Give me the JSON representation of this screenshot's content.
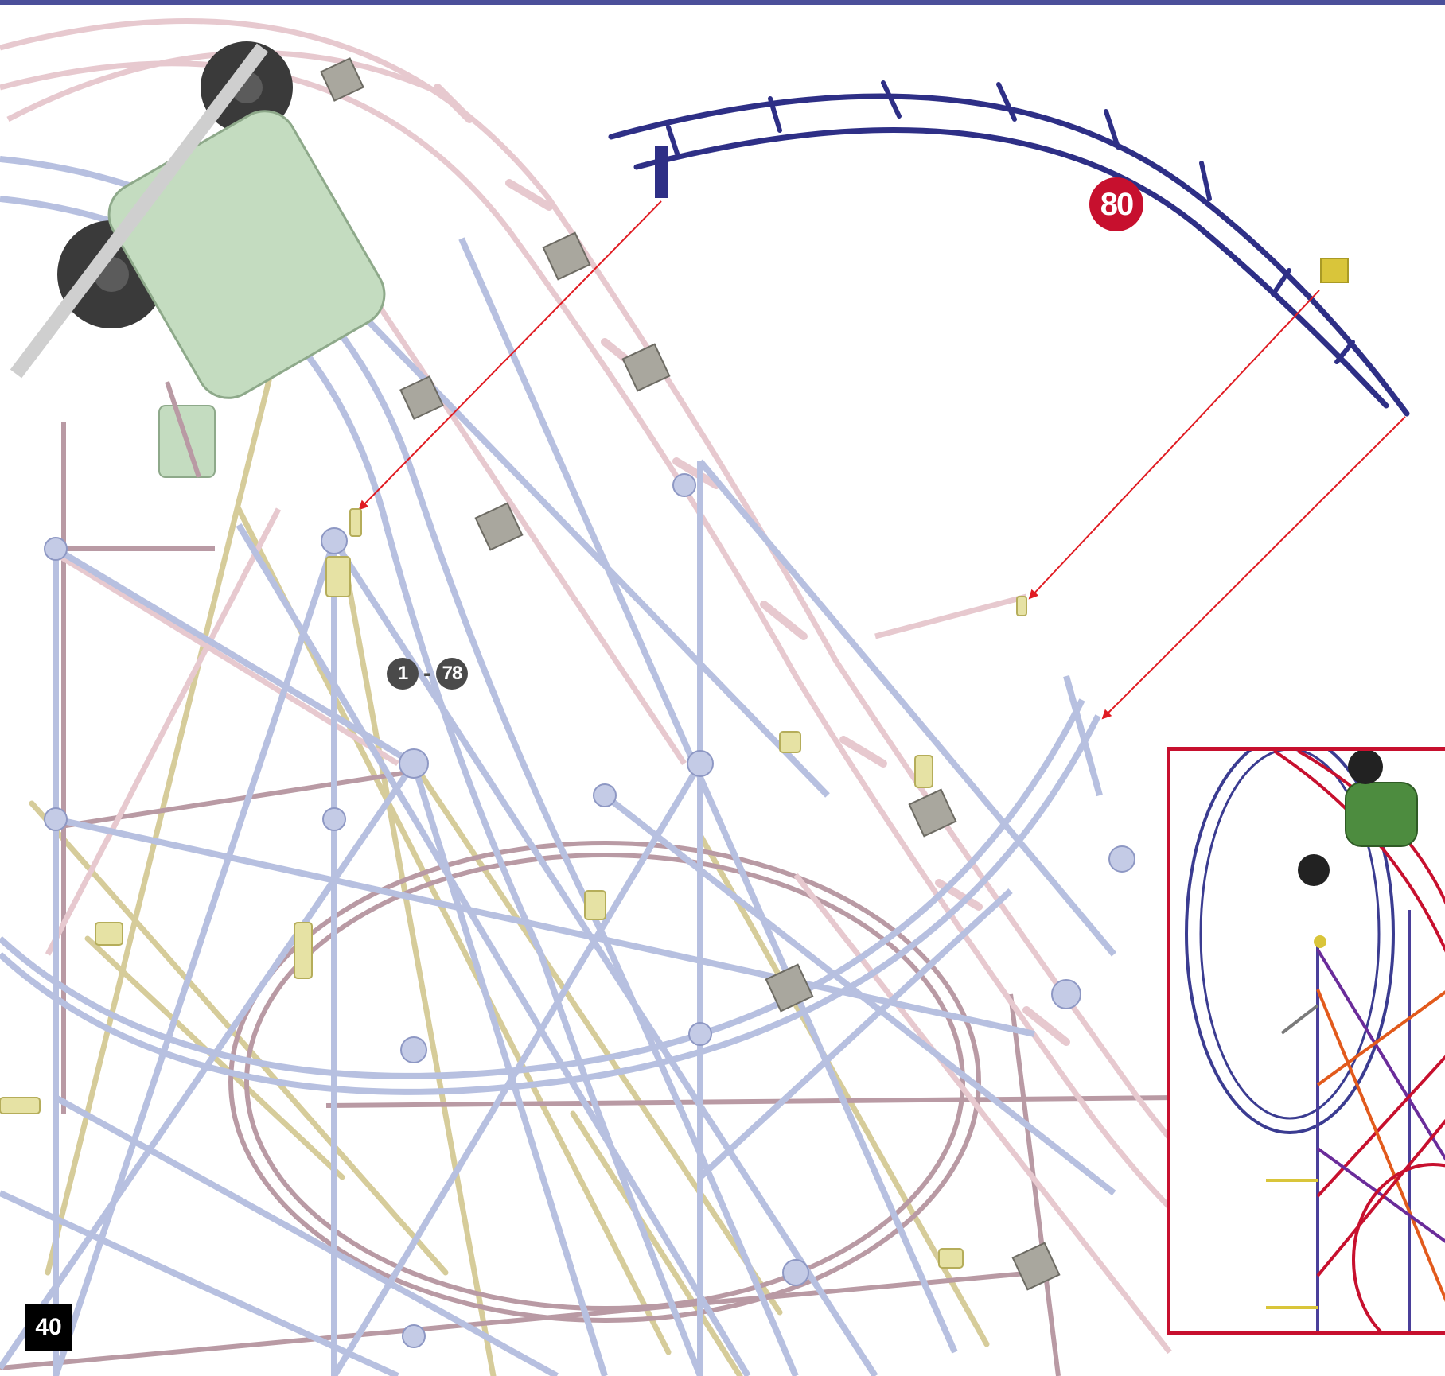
{
  "header": {
    "band_color": "#4b4f9a"
  },
  "step": {
    "number": "80",
    "badge_color": "#c7102e"
  },
  "previous_steps": {
    "from": "1",
    "separator": "-",
    "to": "78"
  },
  "page": {
    "number": "40"
  },
  "preview": {
    "frame_color": "#c7102e"
  },
  "colors": {
    "new_track": "#2e2f86",
    "connector_yellow": "#d9c53a",
    "arrow_red": "#e01b22",
    "rod_blue": "#b7c0e0",
    "rod_pink": "#e7c9cf",
    "rod_tan": "#d6cc9a",
    "rod_mauve": "#b99aa4",
    "gear_dark": "#3a3a3a",
    "motor_green": "#c4dcc0"
  }
}
